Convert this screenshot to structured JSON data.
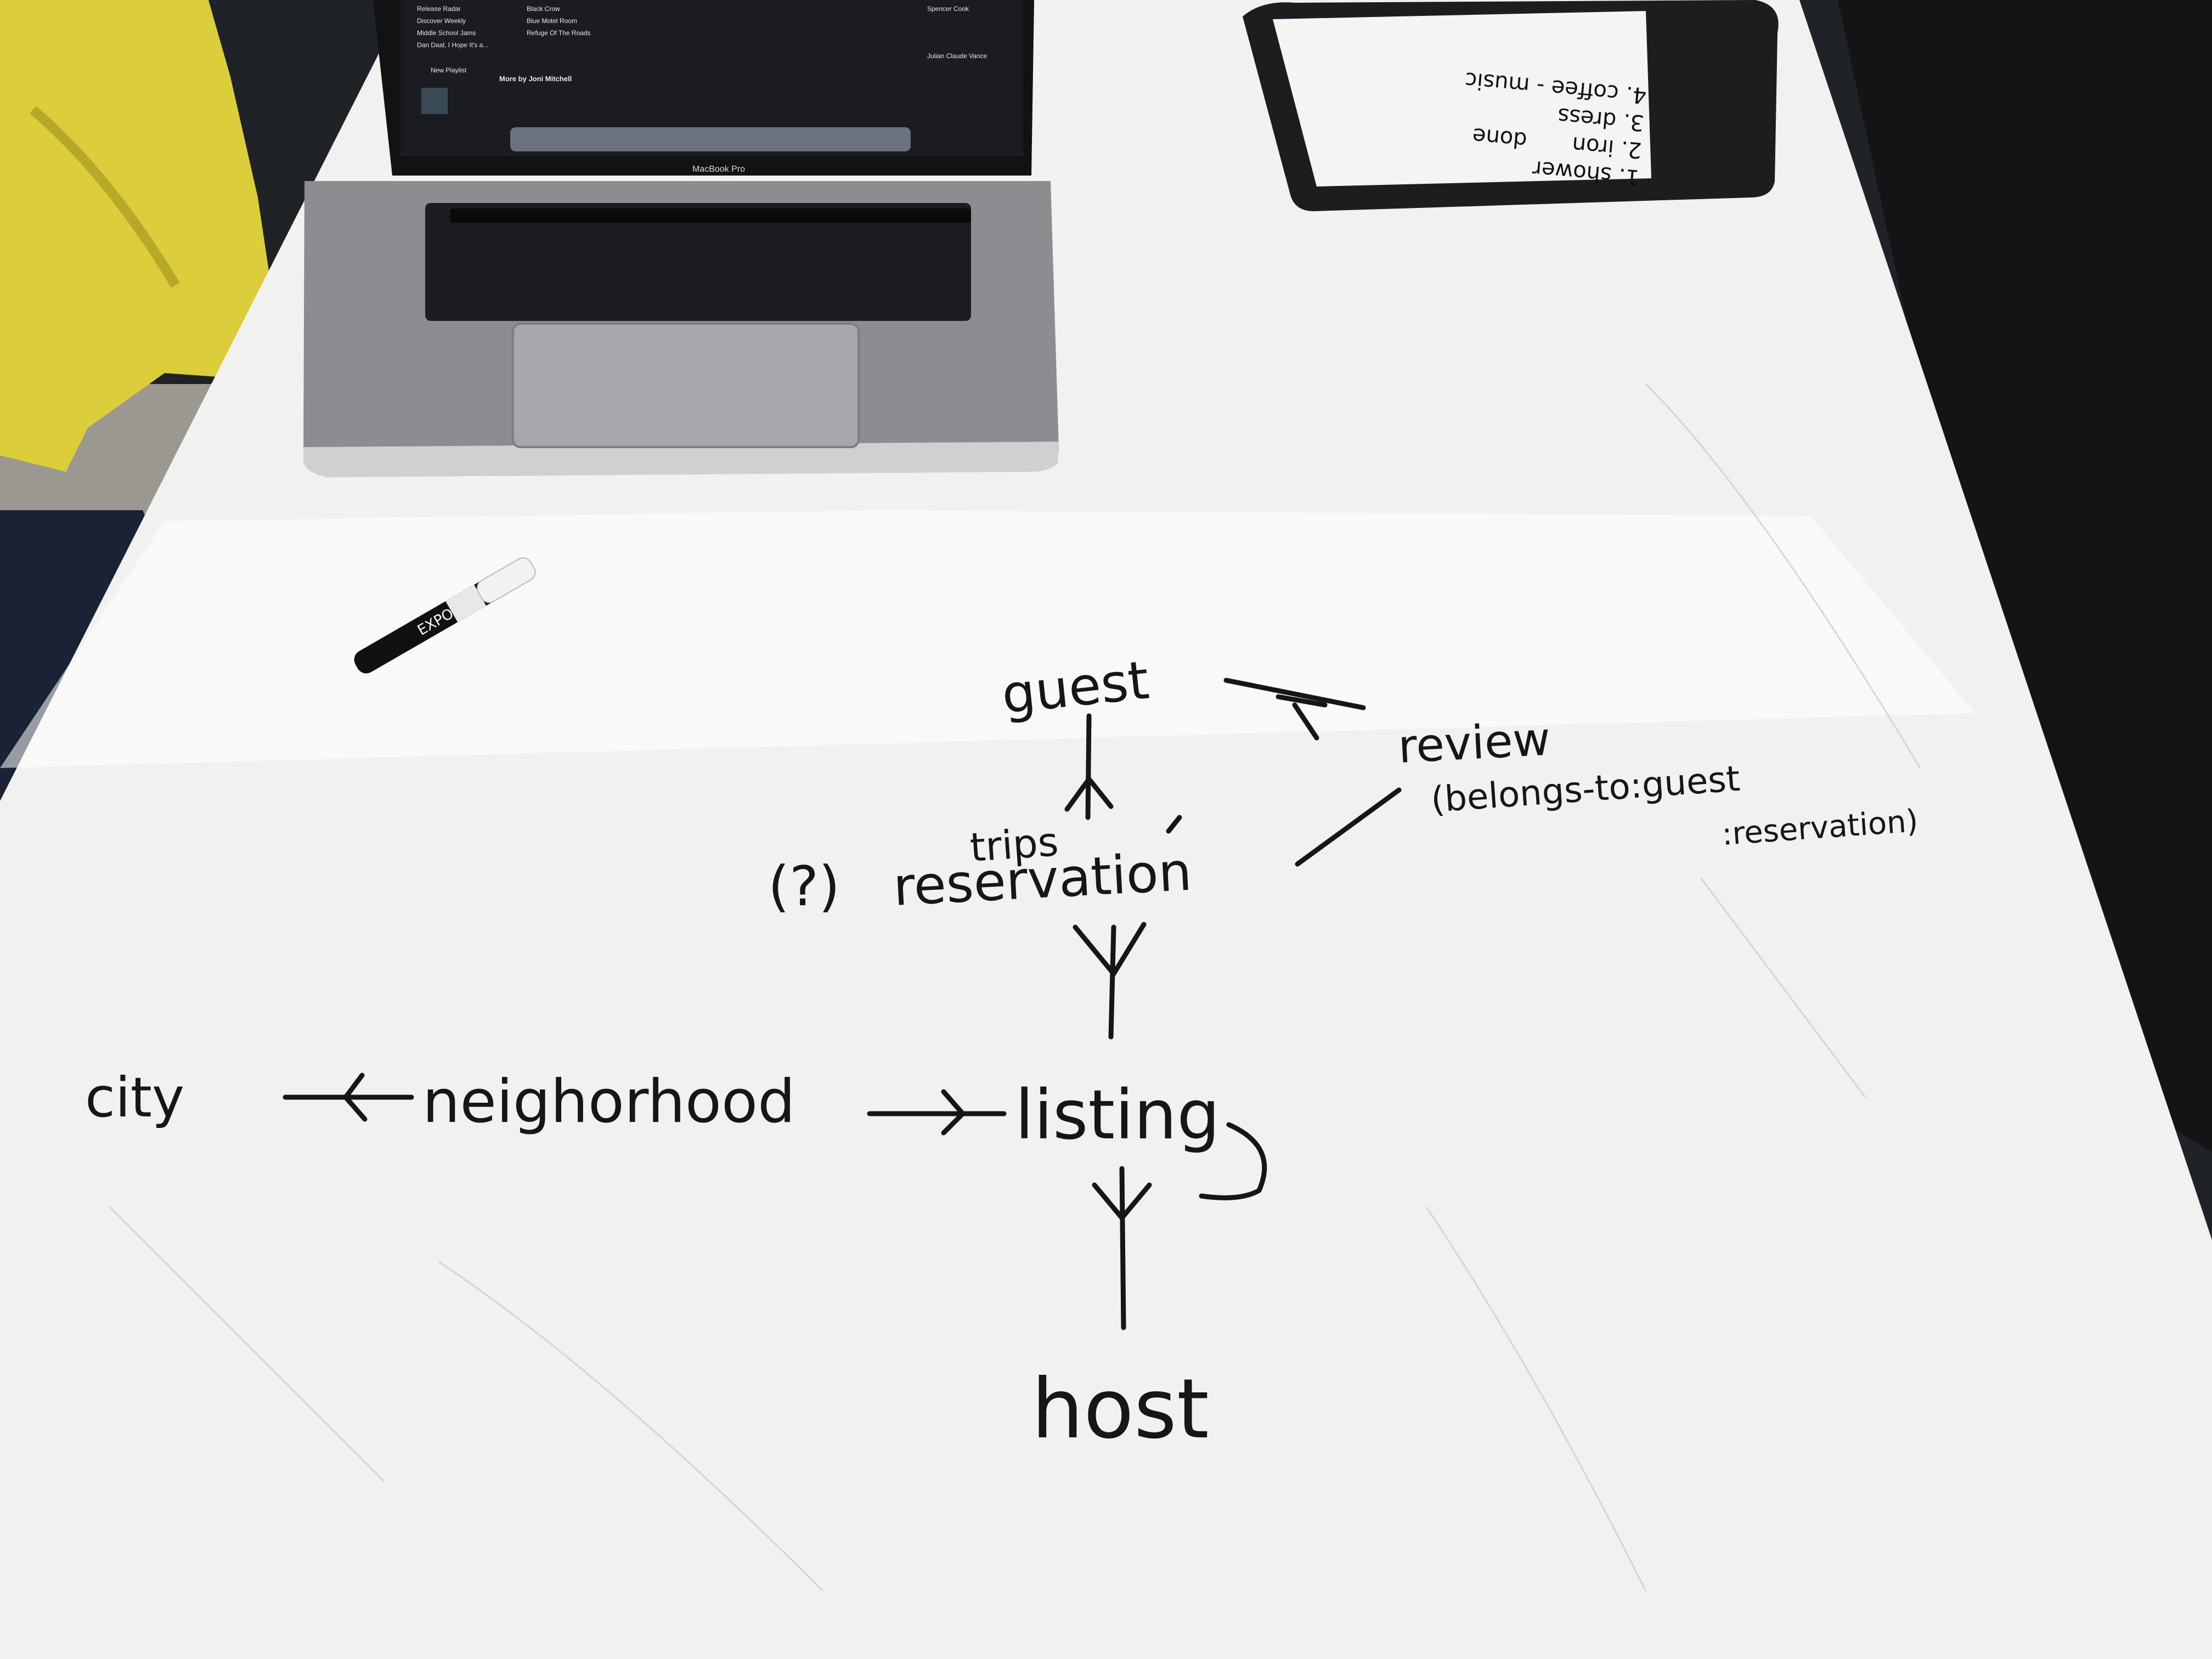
{
  "laptop": {
    "model_label": "MacBook Pro",
    "screen": {
      "playlists": [
        "Release Radar",
        "Discover Weekly",
        "Middle School Jams",
        "Dan Daal, I Hope It's a..."
      ],
      "tracks": [
        "Black Crow",
        "Blue Motel Room",
        "Refuge Of The Roads"
      ],
      "section_title": "More by Joni Mitchell",
      "new_playlist": "New Playlist",
      "friend_1": "Spencer Cook",
      "friend_2": "Julian Claude Vance"
    }
  },
  "whiteboard_tablet": {
    "items": [
      "1. shower",
      "2. iron",
      "3. dress",
      "4. coffee - music",
      "done"
    ]
  },
  "marker": {
    "brand": "EXPO"
  },
  "diagram": {
    "nodes": {
      "guest": "guest",
      "review": "review",
      "review_note_1": "(belongs-to:guest",
      "review_note_2": ":reservation)",
      "trips": "trips",
      "question": "(?)",
      "reservation": "reservation",
      "city": "city",
      "neighborhood": "neighorhood",
      "listing": "listing",
      "host": "host"
    }
  }
}
